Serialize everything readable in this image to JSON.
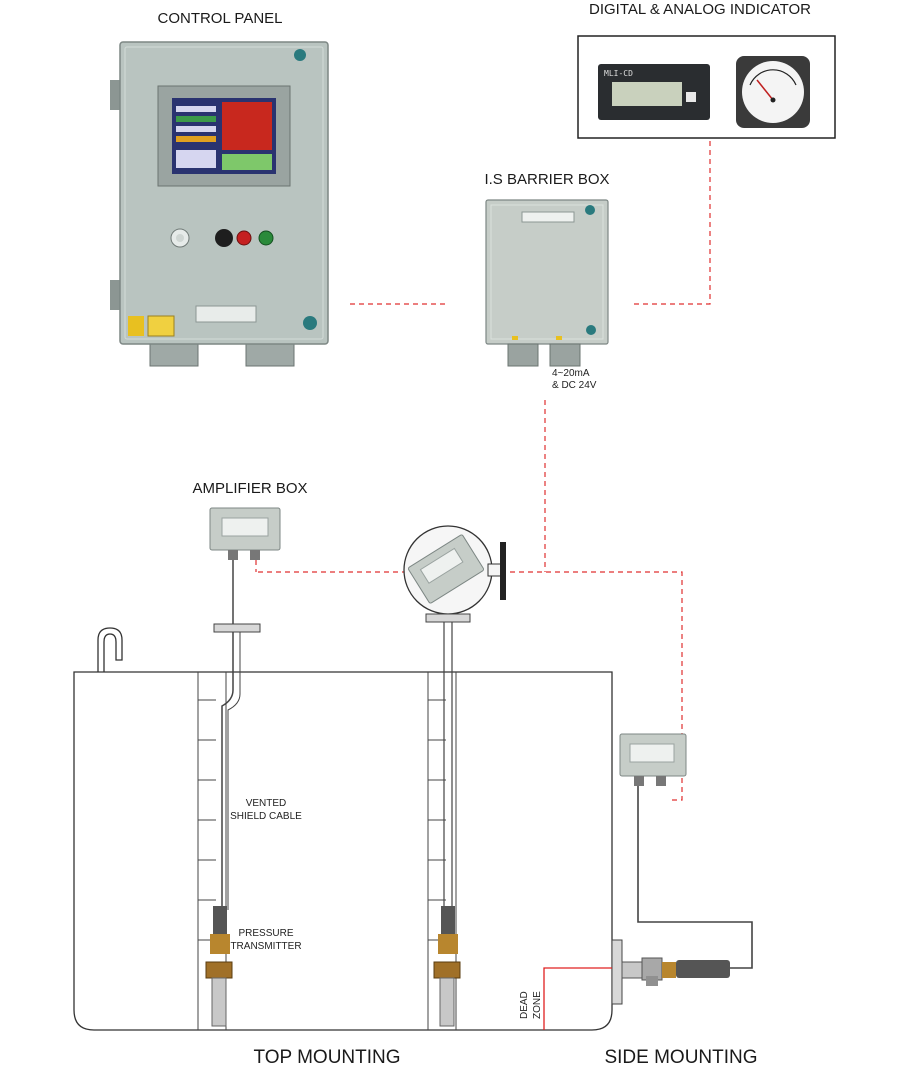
{
  "labels": {
    "control_panel": "CONTROL PANEL",
    "indicator": "DIGITAL & ANALOG INDICATOR",
    "barrier_box": "I.S BARRIER BOX",
    "signal_line1": "4~20mA",
    "signal_line2": "& DC 24V",
    "amplifier_box": "AMPLIFIER BOX",
    "vented_line1": "VENTED",
    "vented_line2": "SHIELD CABLE",
    "pressure_line1": "PRESSURE",
    "pressure_line2": "TRANSMITTER",
    "dead_line1": "DEAD",
    "dead_line2": "ZONE",
    "top_mounting": "TOP MOUNTING",
    "side_mounting": "SIDE MOUNTING"
  },
  "digital_indicator": {
    "model": "MLI-CD"
  },
  "colors": {
    "signal_line": "#e03030",
    "panel_body": "#b9c4c0",
    "tank_outline": "#333333",
    "dead_zone": "#e02020",
    "screen": "#c8281e"
  }
}
